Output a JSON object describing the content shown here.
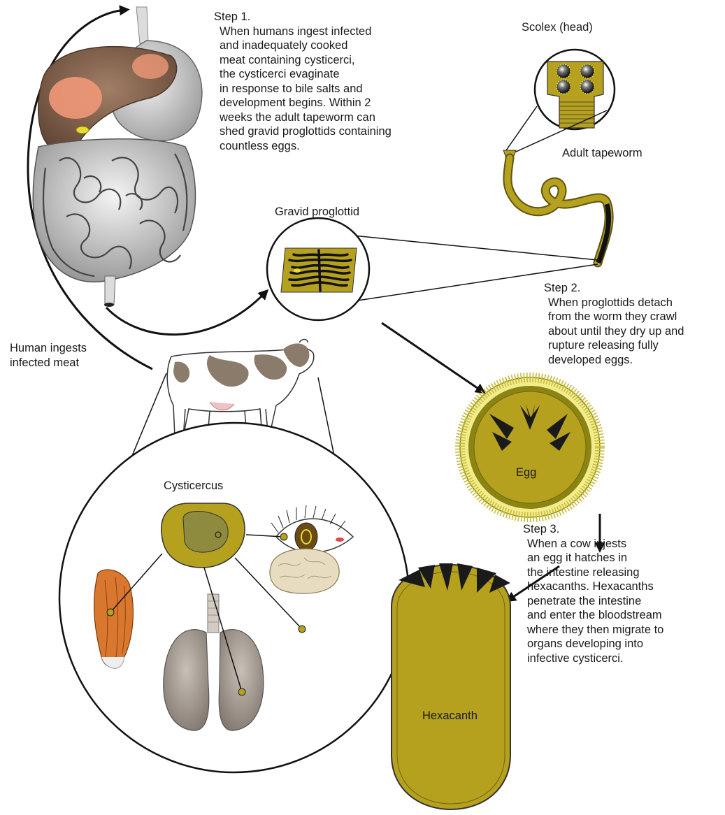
{
  "steps": {
    "step1": {
      "heading": "Step 1.",
      "lines": [
        "When humans ingest infected",
        "and inadequately cooked",
        "meat containing cysticerci,",
        "the cysticerci evaginate",
        "in response to bile salts and",
        "development begins. Within 2",
        "weeks the adult tapeworm can",
        "shed gravid proglottids containing",
        "countless eggs."
      ]
    },
    "step2": {
      "heading": "Step 2.",
      "lines": [
        "When proglottids detach",
        "from the worm they crawl",
        "about until they dry up and",
        "rupture releasing fully",
        "developed eggs."
      ]
    },
    "step3": {
      "heading": "Step 3.",
      "lines": [
        "When a cow injests",
        "an egg it hatches in",
        "the intestine releasing",
        "hexacanths. Hexacanths",
        "penetrate the intestine",
        "and enter the bloodstream",
        "where they then migrate to",
        "organs developing into",
        "infective cysticerci."
      ]
    }
  },
  "labels": {
    "scolex": "Scolex (head)",
    "adult_tapeworm": "Adult tapeworm",
    "gravid_proglottid": "Gravid proglottid",
    "human_ingests_line1": "Human ingests",
    "human_ingests_line2": "infected meat",
    "cysticercus": "Cysticercus",
    "egg": "Egg",
    "hexacanth": "Hexacanth"
  },
  "colors": {
    "olive": "#b5a11e",
    "dark_olive": "#6e6512",
    "egg_rim": "#f2ec8e",
    "liver": "#8a6a52",
    "intestine": "#cfcfcf",
    "muscle": "#d9772e",
    "lung": "#a59a90",
    "brain": "#e7dcc0",
    "cow_spot": "#8b7b6a",
    "udder": "#f0c2c2",
    "arrow": "#111111"
  },
  "icons": [
    "digestive-system-icon",
    "tapeworm-icon",
    "scolex-icon",
    "proglottid-icon",
    "cow-icon",
    "egg-icon",
    "hexacanth-icon",
    "cysticercus-icon",
    "muscle-icon",
    "eye-icon",
    "brain-icon",
    "lungs-icon"
  ]
}
